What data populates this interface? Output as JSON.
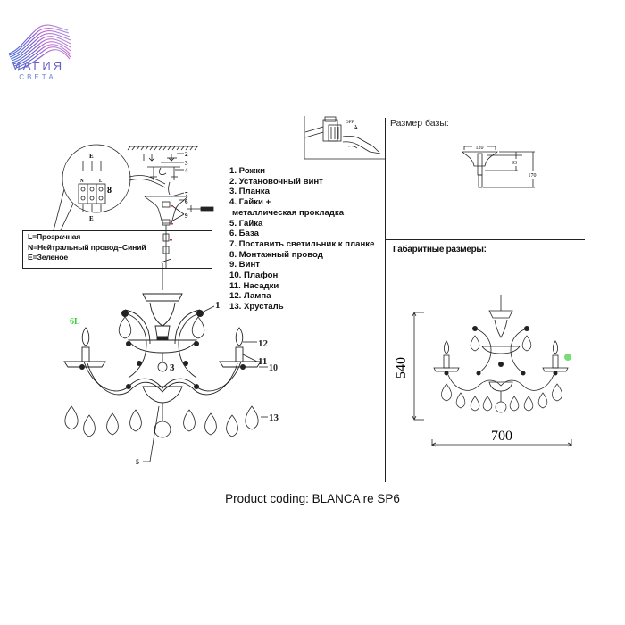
{
  "logo": {
    "title": "МАГИЯ",
    "subtitle": "СВЕТА",
    "gradient_colors": [
      "#4a6fd8",
      "#7a5ccf",
      "#c46fd0",
      "#8fb0ef"
    ]
  },
  "parts_list": [
    "1. Рожки",
    "2. Установочный винт",
    "3. Планка",
    "4. Гайки +",
    "металлическая прокладка",
    "5. Гайка",
    "6. База",
    "7. Поставить светильник к планке",
    "8. Монтажный провод",
    "9. Винт",
    "10. Плафон",
    "11. Насадки",
    "12. Лампа",
    "13. Хрусталь"
  ],
  "wiring_legend": {
    "lines": [
      "L=Прозрачная",
      "N=Нейтральный провод–Синий",
      "E=Зеленое"
    ]
  },
  "installation_diagram": {
    "callouts": [
      "2",
      "3",
      "4",
      "6",
      "7",
      "9",
      "8"
    ],
    "terminal_labels": [
      "E",
      "E",
      "N",
      "L"
    ]
  },
  "base_size": {
    "title": "Размер базы:",
    "width": "120",
    "height_inner": "93",
    "height_total": "170"
  },
  "switch_diagram": {
    "off_label": "OFF"
  },
  "overall_size": {
    "title": "Габаритные размеры:",
    "height": "540",
    "width": "700"
  },
  "chandelier_callouts": {
    "lamp_count": "6L",
    "labels": [
      "1",
      "3",
      "12",
      "11",
      "10",
      "13",
      "5"
    ],
    "accent_color": "#3fcf3f"
  },
  "product_coding": "Product coding: BLANCA re SP6"
}
